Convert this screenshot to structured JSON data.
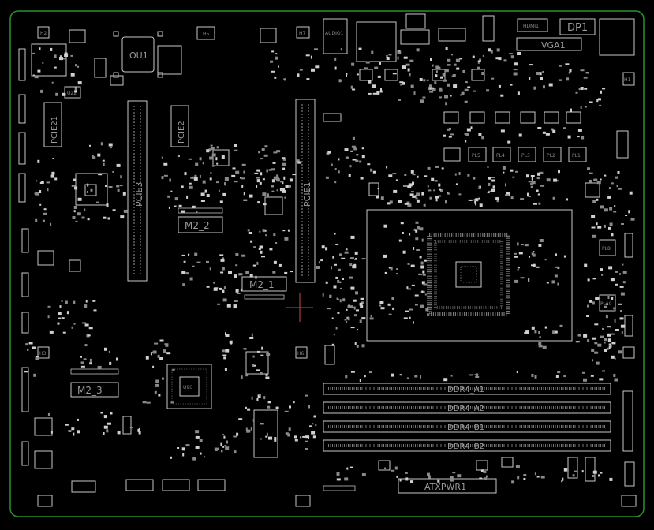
{
  "board": {
    "outline_color": "#2f8f2f",
    "silk_color": "#c8c8c8",
    "label_color": "#9a9a9a",
    "background": "#000000"
  },
  "labels": {
    "ou1": "OU1",
    "u22": "U22",
    "pcie3": "PCIE3",
    "pcie2": "PCIE2",
    "pcie21": "PCIE21",
    "pcie1": "PCIE1",
    "m2_1": "M2_1",
    "m2_2": "M2_2",
    "m2_3": "M2_3",
    "ddr4_a1": "DDR4_A1",
    "ddr4_a2": "DDR4_A2",
    "ddr4_b1": "DDR4_B1",
    "ddr4_b2": "DDR4_B2",
    "atxpwr1": "ATXPWR1",
    "hdmi1": "HDMI1",
    "dp1": "DP1",
    "vga1": "VGA1",
    "audio1": "AUDIO1",
    "pl5": "PL5",
    "pl4": "PL4",
    "pl3": "PL3",
    "pl2": "PL2",
    "pl1": "PL1",
    "pl8": "PL8",
    "pl10": "PL10",
    "h1": "H1",
    "h2": "H2",
    "h3": "H3",
    "h5": "H5",
    "h6": "H6",
    "h7": "H7",
    "u90": "U90"
  }
}
